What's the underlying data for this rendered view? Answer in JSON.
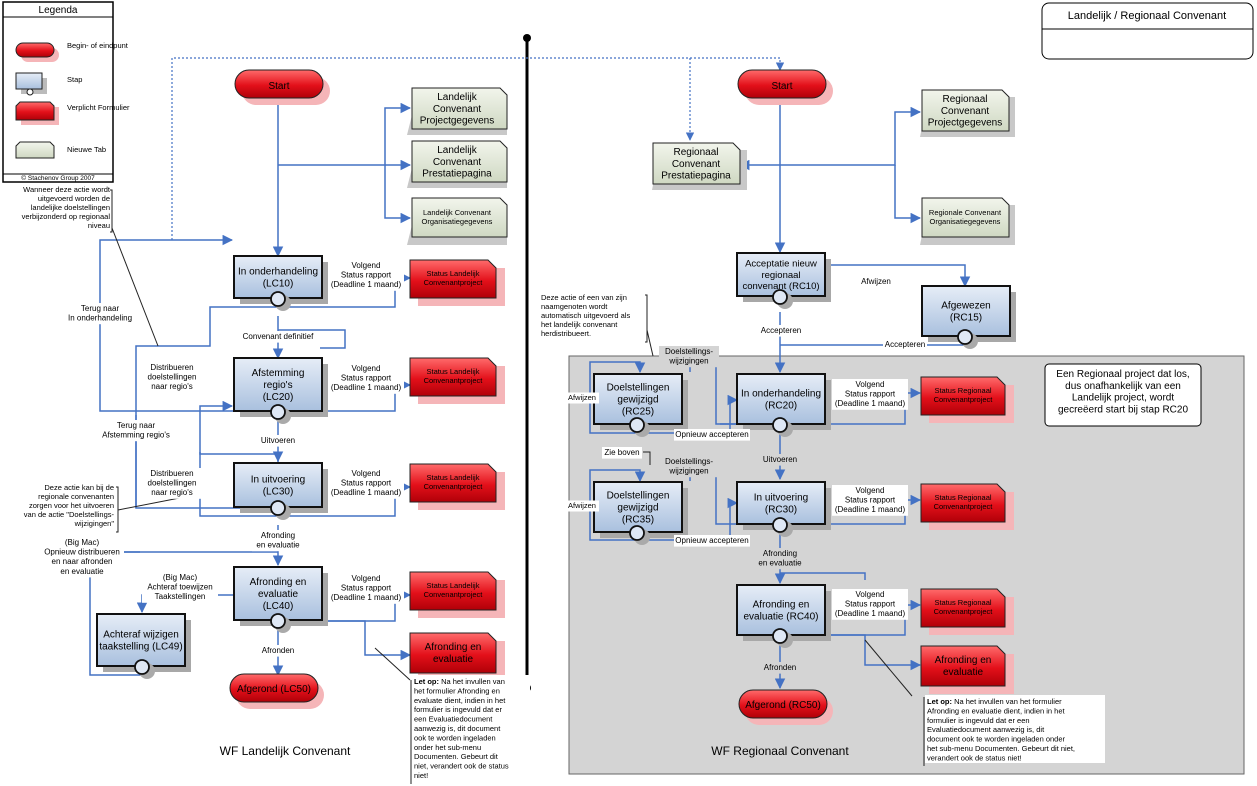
{
  "legend": {
    "title": "Legenda",
    "items": [
      "Begin- of eindpunt",
      "Stap",
      "Verplicht Formulier",
      "Nieuwe Tab"
    ],
    "copyright": "© Stachenov Group 2007"
  },
  "header_title": "Landelijk / Regionaal Convenant",
  "left": {
    "title": "WF Landelijk Convenant",
    "start": "Start",
    "steps": {
      "lc10": "In onderhandeling\n(LC10)",
      "lc20": "Afstemming\nregio's\n(LC20)",
      "lc30": "In uitvoering\n(LC30)",
      "lc40": "Afronding en\nevaluatie\n(LC40)",
      "lc49": "Achteraf wijzigen\ntaakstelling (LC49)"
    },
    "end": "Afgerond (LC50)",
    "tabs": {
      "projectgegevens": "Landelijk\nConvenant\nProjectgegevens",
      "prestatiepagina": "Landelijk\nConvenant\nPrestatiepagina",
      "organisatie": "Landelijk Convenant\nOrganisatiegegevens"
    },
    "forms": {
      "status": "Status Landelijk\nConvenantproject",
      "afronding": "Afronding en\nevaluatie"
    },
    "labels": {
      "volgend_status": "Volgend\nStatus rapport\n(Deadline 1 maand)",
      "convenant_definitief": "Convenant definitief",
      "uitvoeren": "Uitvoeren",
      "afronding_evaluatie": "Afronding\nen evaluatie",
      "afronden": "Afronden",
      "terug_onderhandeling": "Terug naar\nIn onderhandeling",
      "distribueren": "Distribueren\ndoelstellingen\nnaar regio's",
      "terug_afstemming": "Terug naar\nAfstemming regio's",
      "big_mac_opnieuw": "(Big Mac)\nOpnieuw distribueren\nen naar afronden\nen evaluatie",
      "big_mac_achteraf": "(Big Mac)\nAchteraf toewijzen\nTaakstellingen"
    },
    "notes": {
      "verbijzonderd": "Wanneer deze actie wordt\nuitgevoerd worden de\nlandelijke doelstellingen\nverbijzonderd op regionaal\nniveau",
      "doelstellings": "Deze actie kan bij de\nregionale convenanten\nzorgen voor het uitvoeren\nvan de actie \"Doelstellings-\nwijzigingen\"",
      "letop_bold": "Let op:",
      "letop": "Na het invullen van\nhet formulier Afronding en\nevaluate dient, indien in het\nformulier is ingevuld dat er\neen Evaluatiedocument\naanwezig is, dit document\nook te worden ingeladen\nonder het sub-menu\nDocumenten. Gebeurt dit\nniet, verandert ook de status\nniet!"
    }
  },
  "right": {
    "title": "WF Regionaal Convenant",
    "start": "Start",
    "steps": {
      "acceptatie": "Acceptatie nieuw\nregionaal\nconvenant (RC10)",
      "rc15": "Afgewezen\n(RC15)",
      "rc20": "In onderhandeling\n(RC20)",
      "rc25": "Doelstellingen\ngewijzigd\n(RC25)",
      "rc30": "In uitvoering\n(RC30)",
      "rc35": "Doelstellingen\ngewijzigd\n(RC35)",
      "rc40": "Afronding en\nevaluatie (RC40)"
    },
    "end": "Afgerond (RC50)",
    "tabs": {
      "projectgegevens": "Regionaal\nConvenant\nProjectgegevens",
      "prestatiepagina": "Regionaal\nConvenant\nPrestatiepagina",
      "organisatie": "Regionale Convenant\nOrganisatiegegevens"
    },
    "forms": {
      "status": "Status Regionaal\nConvenantproject",
      "afronding": "Afronding en\nevaluatie"
    },
    "labels": {
      "afwijzen": "Afwijzen",
      "accepteren": "Accepteren",
      "doelstellings_wijzigingen": "Doelstellings-\nwijzigingen",
      "opnieuw_accepteren": "Opnieuw accepteren",
      "zie_boven": "Zie boven",
      "volgend_status": "Volgend\nStatus rapport\n(Deadline 1 maand)",
      "uitvoeren": "Uitvoeren",
      "afronding_evaluatie": "Afronding\nen evaluatie",
      "afronden": "Afronden"
    },
    "notes": {
      "naamgenoten": "Deze actie of een van zijn\nnaamgenoten wordt\nautomatisch uitgevoerd als\nhet landelijk convenant\nherdistribueert.",
      "regionaal_project": "Een Regionaal project dat los,\ndus onafhankelijk van een\nLandelijk project, wordt\ngecreëerd start bij stap RC20",
      "letop_bold": "Let op:",
      "letop": "Na het invullen van het formulier\nAfronding en evaluatie dient, indien in het\nformulier is ingevuld dat er een\nEvaluatiedocument aanwezig is, dit\ndocument ook te worden ingeladen onder\nhet sub-menu Documenten. Gebeurt dit niet,\nverandert ook de status niet!"
    }
  },
  "colors": {
    "step_fill": "#c5d5ea",
    "step_border": "#1a1a1a",
    "start_red": "#e8161c",
    "tab_fill": "#dfe6d5",
    "connector_blue": "#4472c4",
    "panel_gray": "#d4d4d4"
  },
  "icons": [
    "connector-circle-icon",
    "start-end-pill-icon",
    "form-icon",
    "tab-icon"
  ]
}
